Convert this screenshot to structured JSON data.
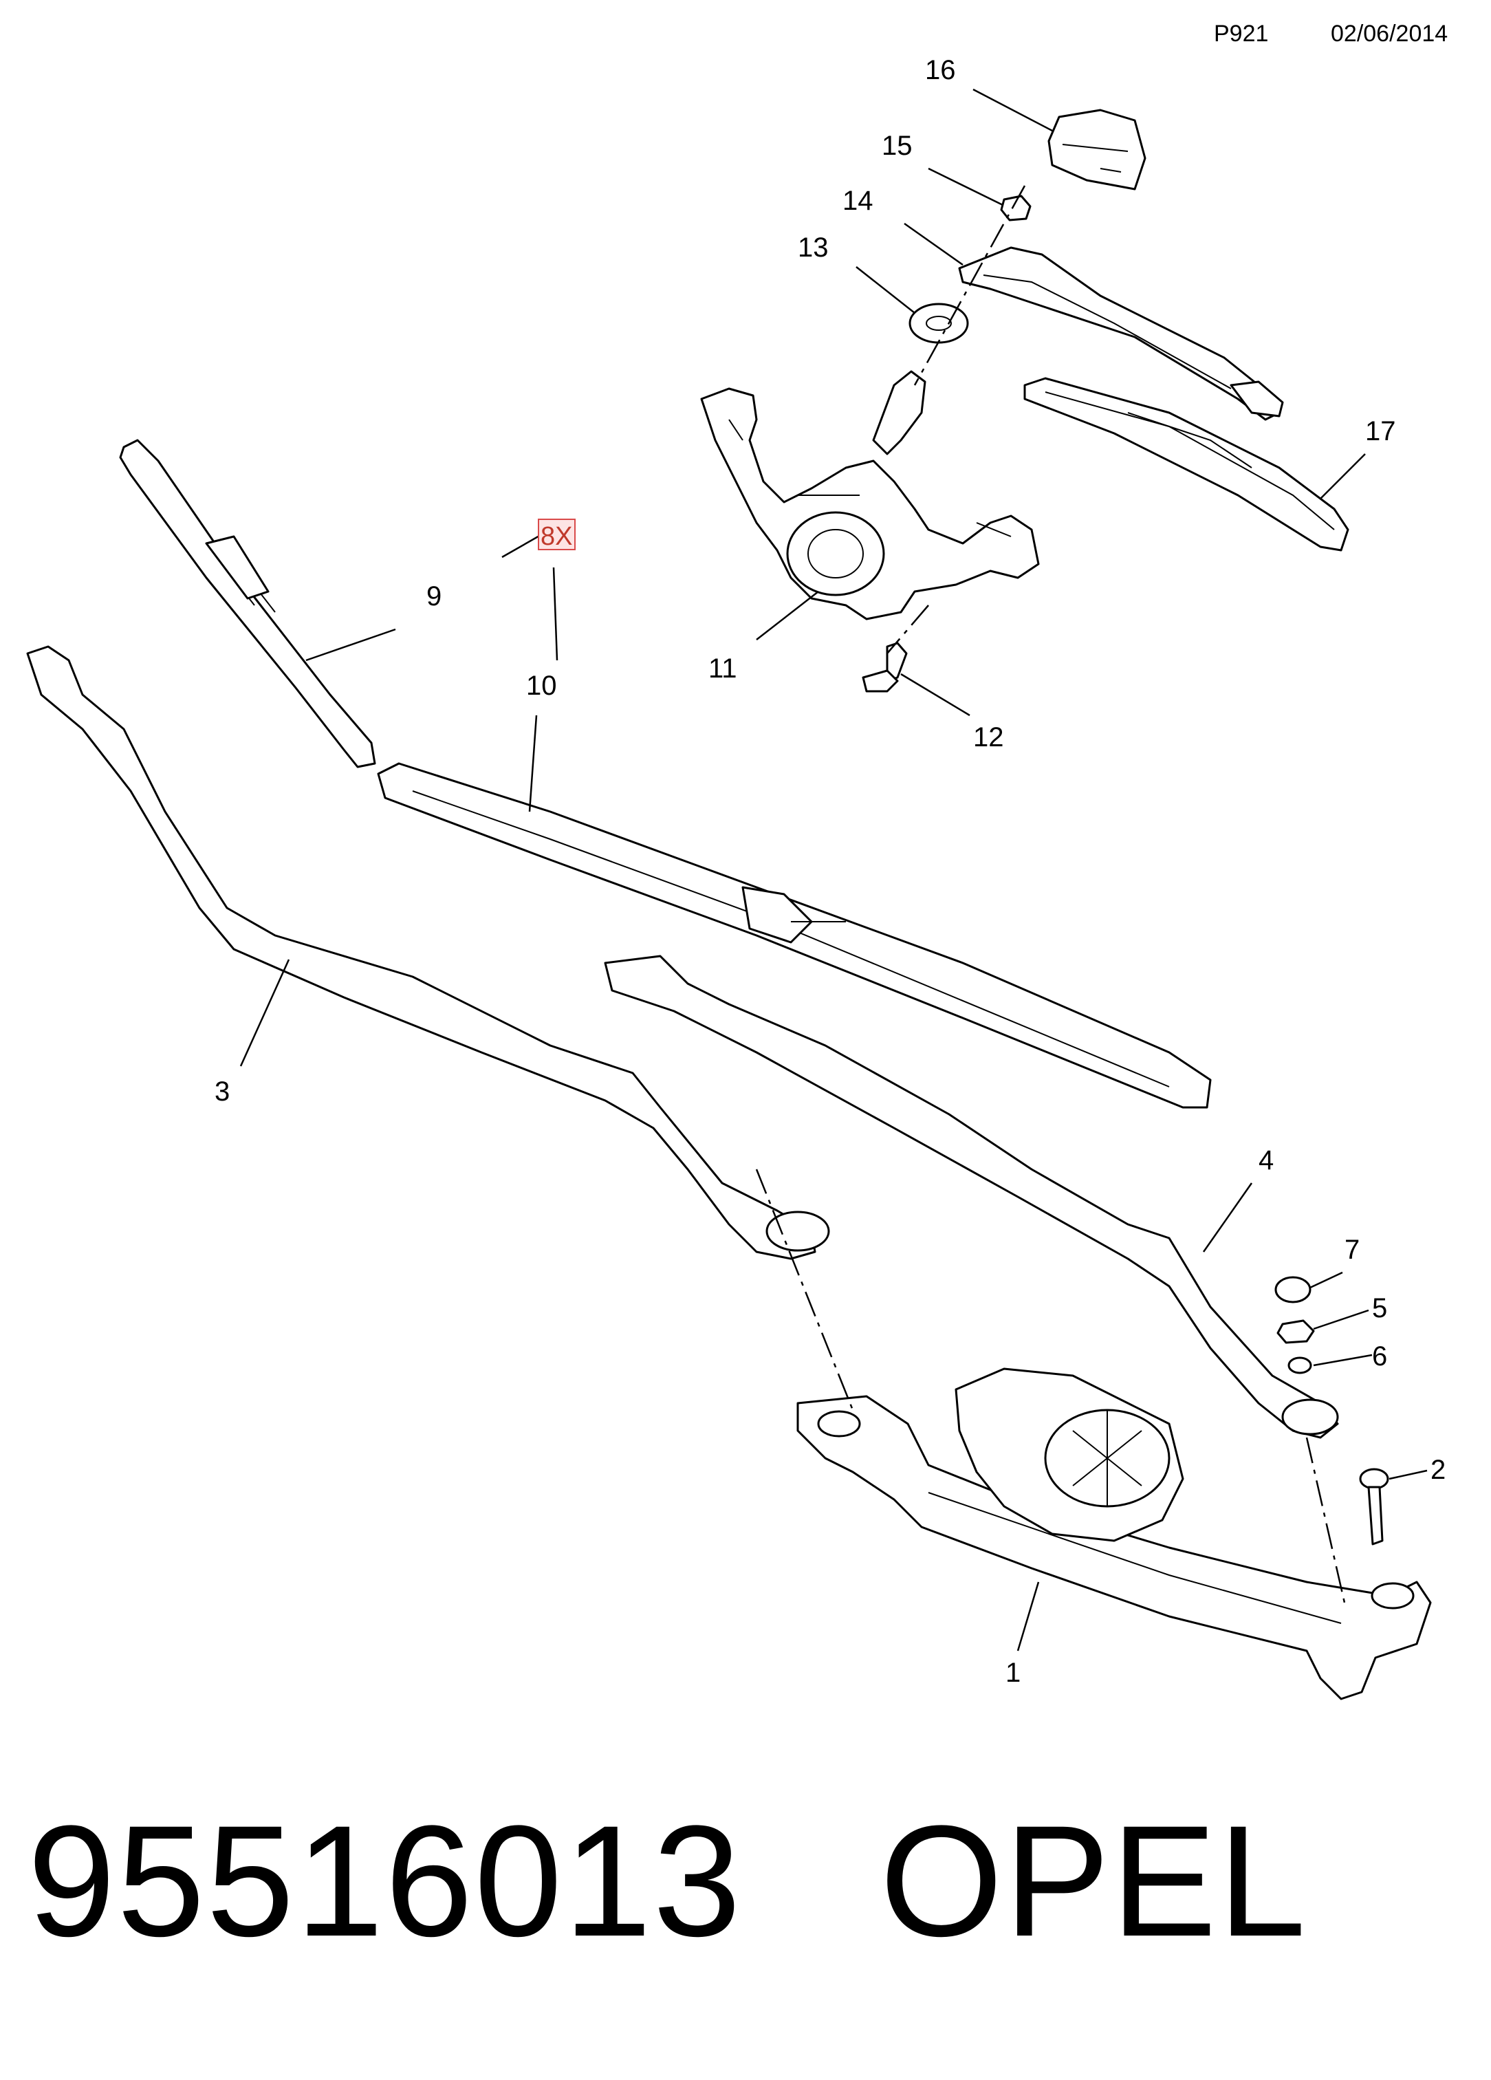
{
  "header": {
    "code": "P921",
    "date": "02/06/2014"
  },
  "note": {
    "quantity": "8X"
  },
  "callouts": [
    "1",
    "2",
    "3",
    "4",
    "5",
    "6",
    "7",
    "9",
    "10",
    "11",
    "12",
    "13",
    "14",
    "15",
    "16",
    "17"
  ],
  "parts": [
    "wiper-motor-linkage",
    "screw",
    "left-wiper-arm",
    "right-wiper-arm",
    "nut",
    "washer",
    "cap",
    "left-wiper-blade",
    "right-wiper-blade",
    "rear-wiper-motor",
    "bolt",
    "grommet",
    "rear-wiper-arm",
    "rear-nut",
    "rear-arm-cap",
    "rear-wiper-blade"
  ],
  "footer": {
    "part_number": "95516013",
    "brand": "OPEL"
  }
}
